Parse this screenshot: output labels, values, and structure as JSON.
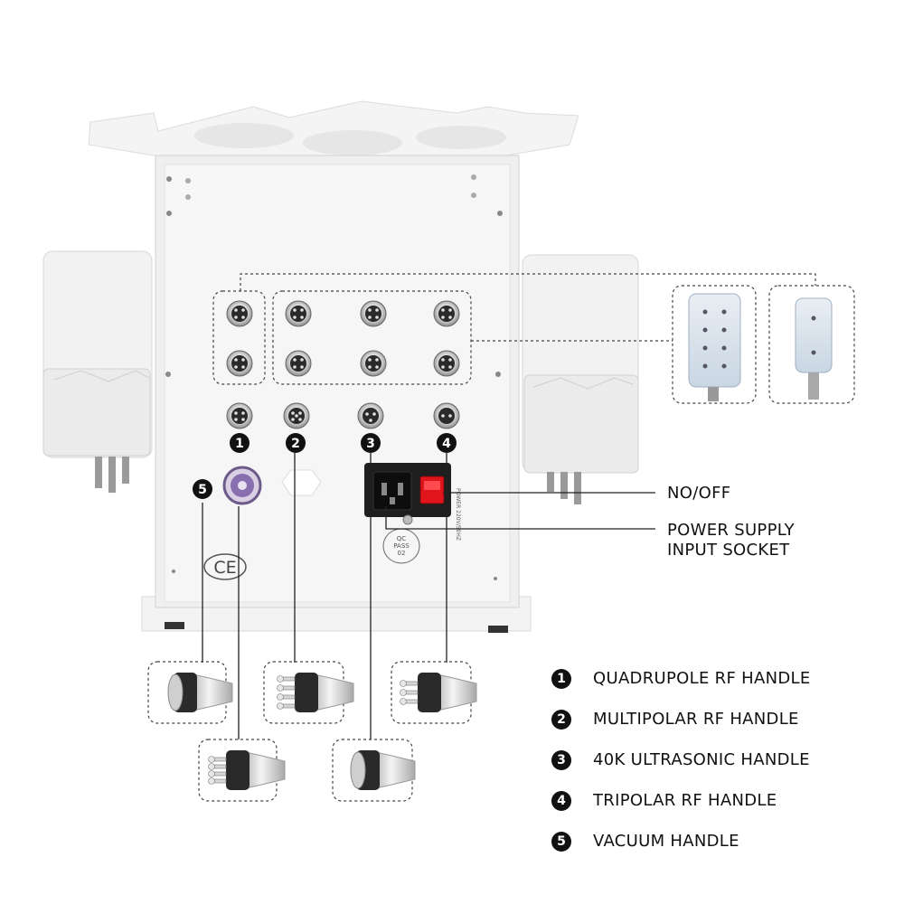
{
  "device": {
    "ce_mark": "CE",
    "qc_line1": "QC",
    "qc_line2": "PASS",
    "qc_line3": "02"
  },
  "callouts": {
    "switch_label": "NO/OFF",
    "socket_label_line1": "POWER SUPPLY",
    "socket_label_line2": "INPUT SOCKET"
  },
  "port_numbers": [
    "1",
    "2",
    "3",
    "4",
    "5"
  ],
  "legend": [
    {
      "num": "1",
      "label": "QUADRUPOLE RF HANDLE"
    },
    {
      "num": "2",
      "label": "MULTIPOLAR RF HANDLE"
    },
    {
      "num": "3",
      "label": "40K ULTRASONIC HANDLE"
    },
    {
      "num": "4",
      "label": "TRIPOLAR RF HANDLE"
    },
    {
      "num": "5",
      "label": "VACUUM HANDLE"
    }
  ],
  "colors": {
    "switch_red": "#e0141b",
    "body": "#f1f1f1",
    "outline": "#555555"
  }
}
